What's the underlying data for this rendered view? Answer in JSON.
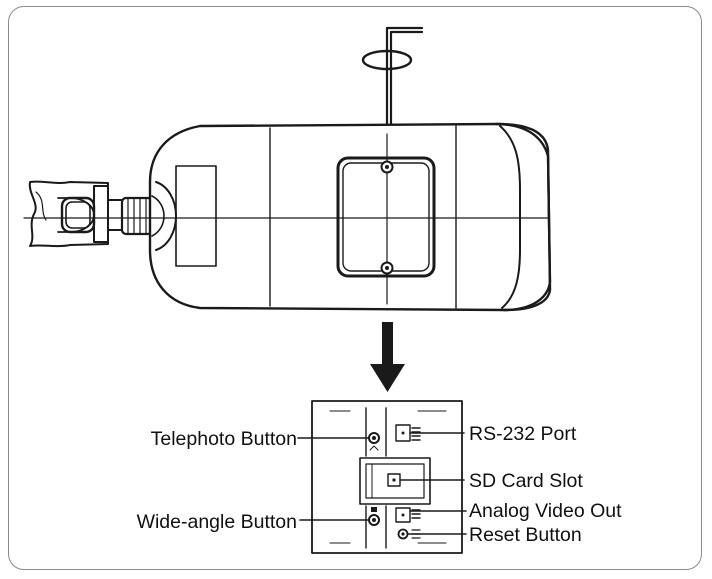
{
  "diagram": {
    "labels": {
      "telephoto_button": "Telephoto Button",
      "wide_angle_button": "Wide-angle Button",
      "rs232_port": "RS-232 Port",
      "sd_card_slot": "SD Card Slot",
      "analog_video_out": "Analog Video Out",
      "reset_button": "Reset Button"
    },
    "colors": {
      "line": "#1a1a1a",
      "frame": "#8a8a8a"
    },
    "icons": [
      "hex-key-icon",
      "down-arrow-icon",
      "screw-icon"
    ]
  }
}
